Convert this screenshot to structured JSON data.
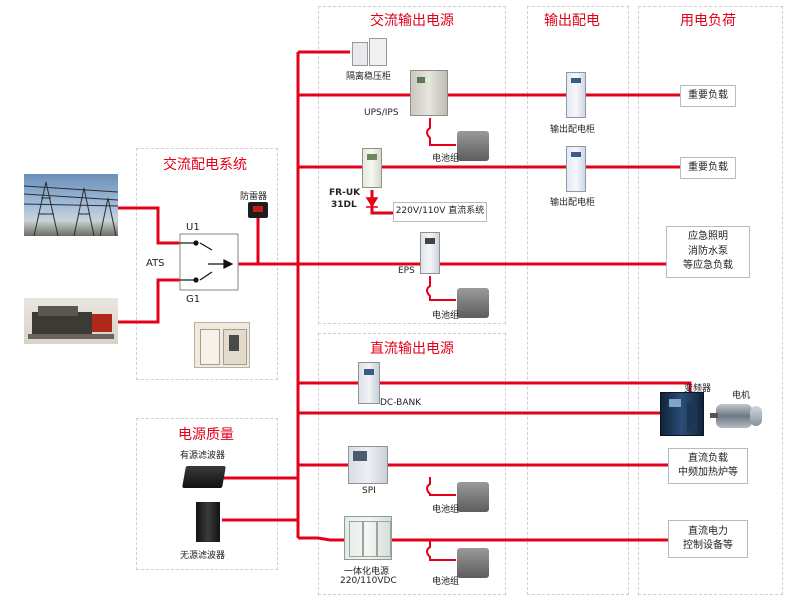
{
  "sections": {
    "ac_distribution": "交流配电系统",
    "ac_output": "交流输出电源",
    "output_distribution": "输出配电",
    "load": "用电负荷",
    "dc_output": "直流输出电源",
    "power_quality": "电源质量"
  },
  "left": {
    "ats": "ATS",
    "u1": "U1",
    "g1": "G1",
    "lightning_protector": "防雷器",
    "active_filter": "有源滤波器",
    "passive_filter": "无源滤波器"
  },
  "equipment": {
    "isolation_cabinet": "隔离稳压柜",
    "ups": "UPS/IPS",
    "fr_uk": "FR-UK",
    "model_31dl": "31DL",
    "dc_system": "220V/110V 直流系统",
    "eps": "EPS",
    "dc_bank": "DC-BANK",
    "spi": "SPI",
    "integrated_power_line1": "一体化电源",
    "integrated_power_line2": "220/110VDC",
    "battery": "电池组",
    "output_cabinet": "输出配电柜",
    "inverter": "变频器",
    "motor": "电机"
  },
  "loads": {
    "important_load_1": "重要负载",
    "important_load_2": "重要负载",
    "emergency_line1": "应急照明",
    "emergency_line2": "消防水泵",
    "emergency_line3": "等应急负载",
    "dc_load_line1": "直流负载",
    "dc_load_line2": "中频加热炉等",
    "dc_power_line1": "直流电力",
    "dc_power_line2": "控制设备等"
  },
  "colors": {
    "bus": "#e2001a",
    "battery_wire": "#e2001a",
    "title": "#e2001a",
    "dashed_border": "#cfcfcf"
  }
}
